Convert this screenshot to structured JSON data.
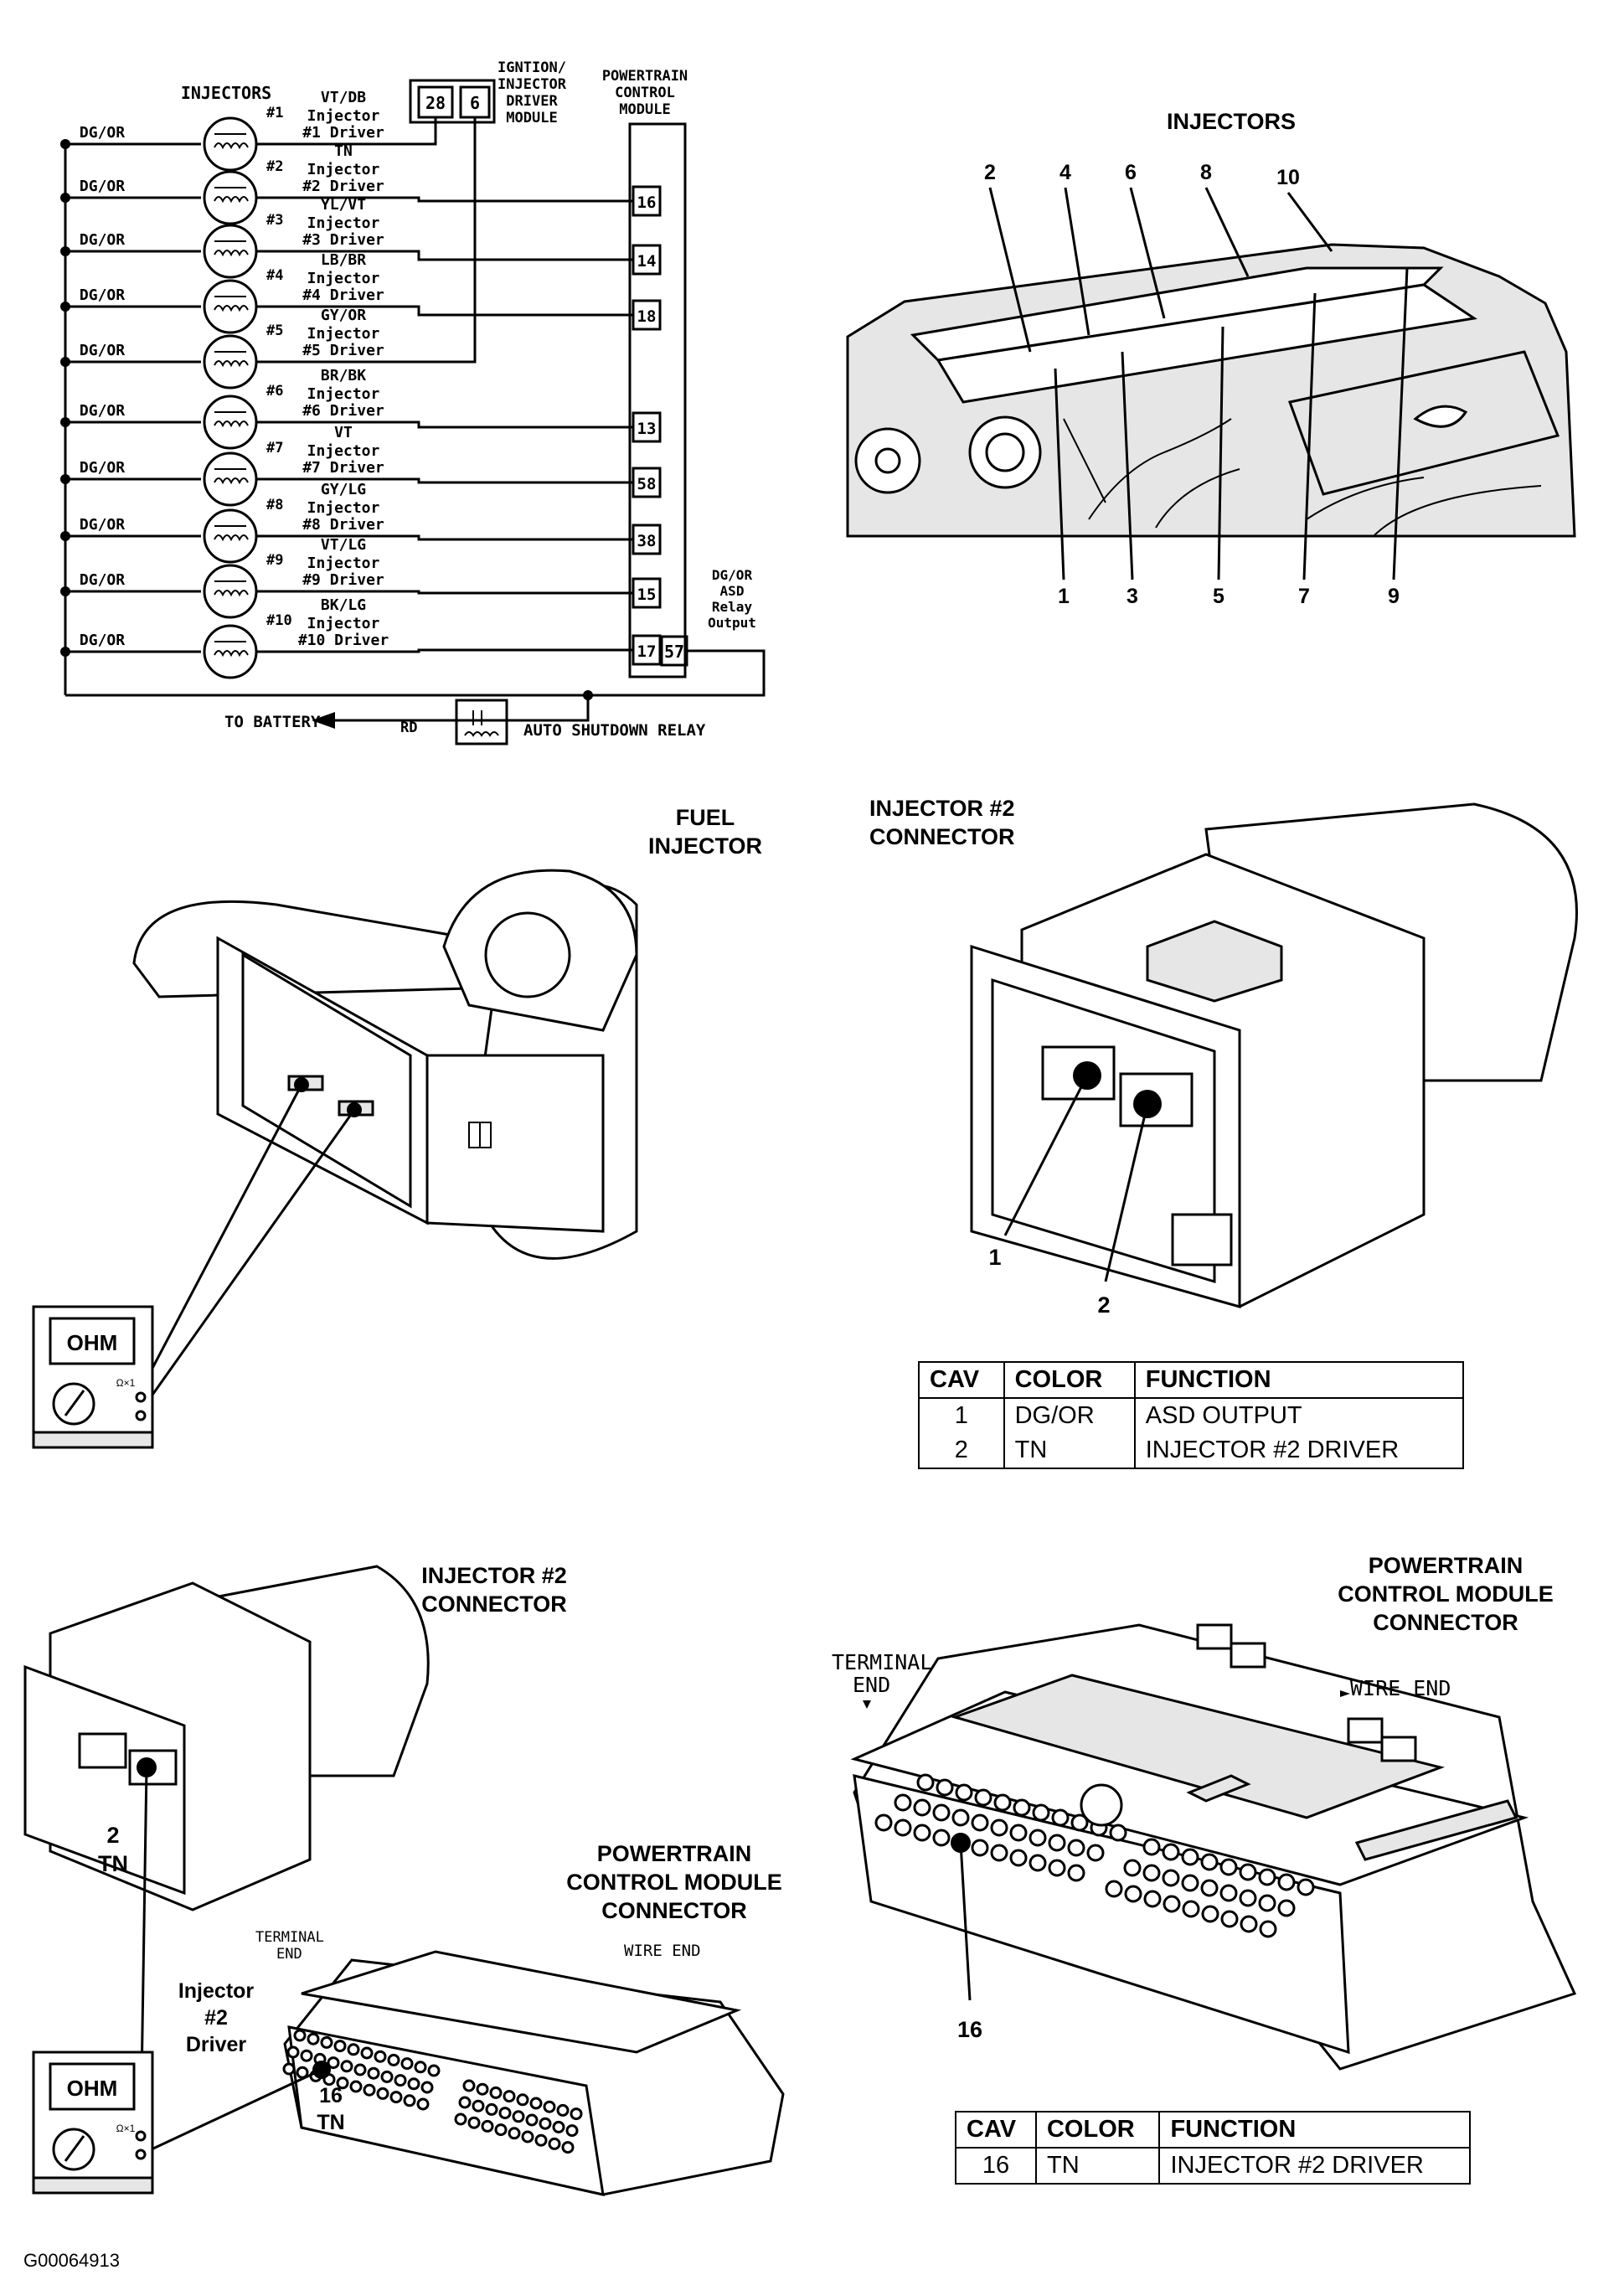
{
  "schematic": {
    "injectors_title": "INJECTORS",
    "ignition_module_label": [
      "IGNTION/",
      "INJECTOR",
      "DRIVER",
      "MODULE"
    ],
    "ignition_pins": [
      "28",
      "6"
    ],
    "pcm_label": [
      "POWERTRAIN",
      "CONTROL",
      "MODULE"
    ],
    "feed_wire_color": "DG/OR",
    "injectors": [
      {
        "num": "#1",
        "wire": "VT/DB",
        "label": "Injector",
        "driver": "#1 Driver",
        "pin": ""
      },
      {
        "num": "#2",
        "wire": "TN",
        "label": "Injector",
        "driver": "#2 Driver",
        "pin": "16"
      },
      {
        "num": "#3",
        "wire": "YL/VT",
        "label": "Injector",
        "driver": "#3 Driver",
        "pin": "14"
      },
      {
        "num": "#4",
        "wire": "LB/BR",
        "label": "Injector",
        "driver": "#4 Driver",
        "pin": "18"
      },
      {
        "num": "#5",
        "wire": "GY/OR",
        "label": "Injector",
        "driver": "#5 Driver",
        "pin": ""
      },
      {
        "num": "#6",
        "wire": "BR/BK",
        "label": "Injector",
        "driver": "#6 Driver",
        "pin": "13"
      },
      {
        "num": "#7",
        "wire": "VT",
        "label": "Injector",
        "driver": "#7 Driver",
        "pin": "58"
      },
      {
        "num": "#8",
        "wire": "GY/LG",
        "label": "Injector",
        "driver": "#8 Driver",
        "pin": "38"
      },
      {
        "num": "#9",
        "wire": "VT/LG",
        "label": "Injector",
        "driver": "#9 Driver",
        "pin": "15"
      },
      {
        "num": "#10",
        "wire": "BK/LG",
        "label": "Injector",
        "driver": "#10 Driver",
        "pin": "17"
      }
    ],
    "asd_pin": "57",
    "asd_label": [
      "DG/OR",
      "ASD",
      "Relay",
      "Output"
    ],
    "battery_label": "TO BATTERY",
    "battery_wire": "RD",
    "relay_label": "AUTO SHUTDOWN RELAY"
  },
  "engine_view": {
    "title": "INJECTORS",
    "top_callouts": [
      "2",
      "4",
      "6",
      "8",
      "10"
    ],
    "bottom_callouts": [
      "1",
      "3",
      "5",
      "7",
      "9"
    ]
  },
  "fuel_injector": {
    "title": [
      "FUEL",
      "INJECTOR"
    ],
    "meter_label": "OHM",
    "meter_range": "Ω×1"
  },
  "injector2_connector": {
    "title": [
      "INJECTOR #2",
      "CONNECTOR"
    ],
    "callouts": [
      "1",
      "2"
    ],
    "table": {
      "headers": [
        "CAV",
        "COLOR",
        "FUNCTION"
      ],
      "rows": [
        [
          "1",
          "DG/OR",
          "ASD OUTPUT"
        ],
        [
          "2",
          "TN",
          "INJECTOR #2 DRIVER"
        ]
      ]
    }
  },
  "test_setup": {
    "connector_title": [
      "INJECTOR #2",
      "CONNECTOR"
    ],
    "pin_label": [
      "2",
      "TN"
    ],
    "pcm_title": [
      "POWERTRAIN",
      "CONTROL MODULE",
      "CONNECTOR"
    ],
    "terminal_end": [
      "TERMINAL",
      "END"
    ],
    "wire_end": "WIRE END",
    "driver_label": [
      "Injector",
      "#2",
      "Driver"
    ],
    "pcm_pin_label": [
      "16",
      "TN"
    ],
    "meter_label": "OHM",
    "meter_range": "Ω×1"
  },
  "pcm_connector": {
    "title": [
      "POWERTRAIN",
      "CONTROL MODULE",
      "CONNECTOR"
    ],
    "terminal_end": [
      "TERMINAL",
      "END"
    ],
    "wire_end": "WIRE END",
    "callout": "16",
    "table": {
      "headers": [
        "CAV",
        "COLOR",
        "FUNCTION"
      ],
      "rows": [
        [
          "16",
          "TN",
          "INJECTOR #2 DRIVER"
        ]
      ]
    }
  },
  "figure_id": "G00064913"
}
